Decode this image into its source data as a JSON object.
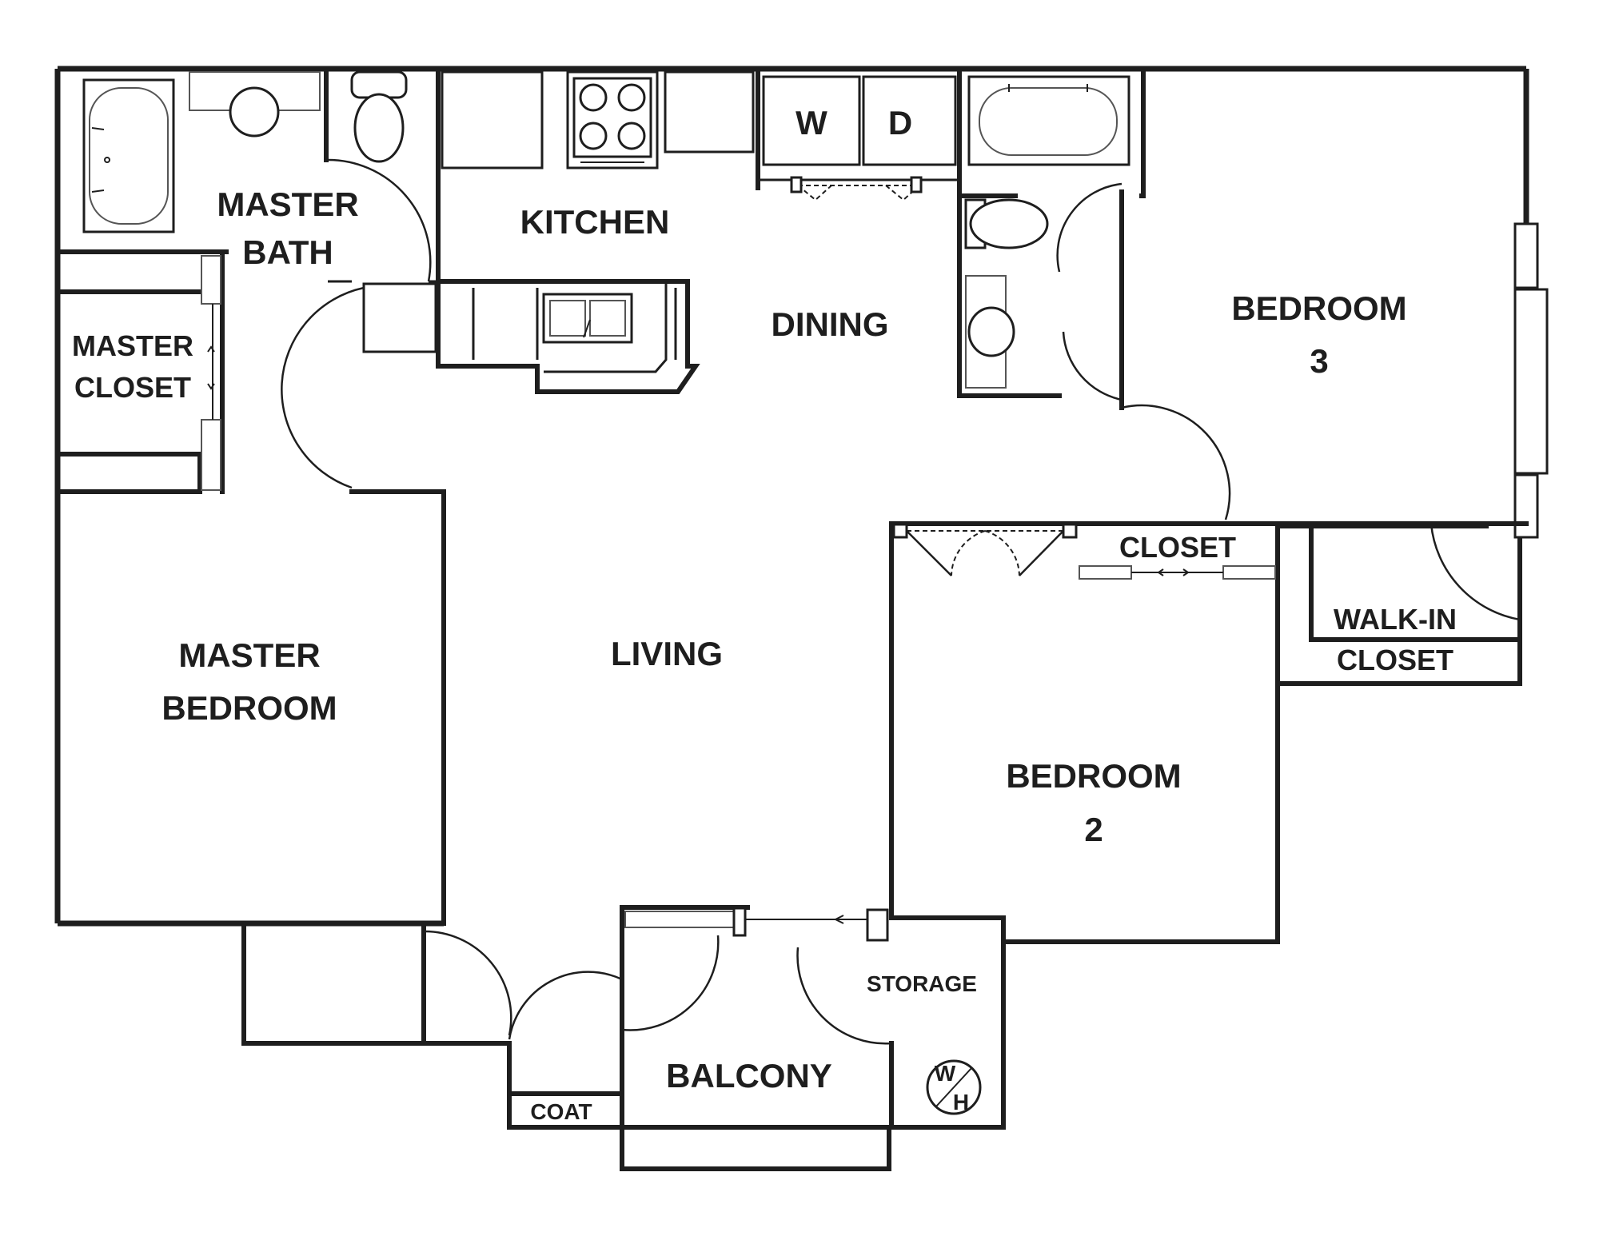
{
  "rooms": {
    "master_bath": [
      "MASTER",
      "BATH"
    ],
    "master_closet": [
      "MASTER",
      "CLOSET"
    ],
    "kitchen": "KITCHEN",
    "washer": "W",
    "dryer": "D",
    "dining": "DINING",
    "bedroom3": [
      "BEDROOM",
      "3"
    ],
    "living": "LIVING",
    "bedroom2_closet": "CLOSET",
    "walkin_closet": [
      "WALK-IN",
      "CLOSET"
    ],
    "master_bedroom": [
      "MASTER",
      "BEDROOM"
    ],
    "bedroom2": [
      "BEDROOM",
      "2"
    ],
    "storage": "STORAGE",
    "balcony": "BALCONY",
    "coat": "COAT",
    "water_heater": [
      "W",
      "H"
    ]
  }
}
